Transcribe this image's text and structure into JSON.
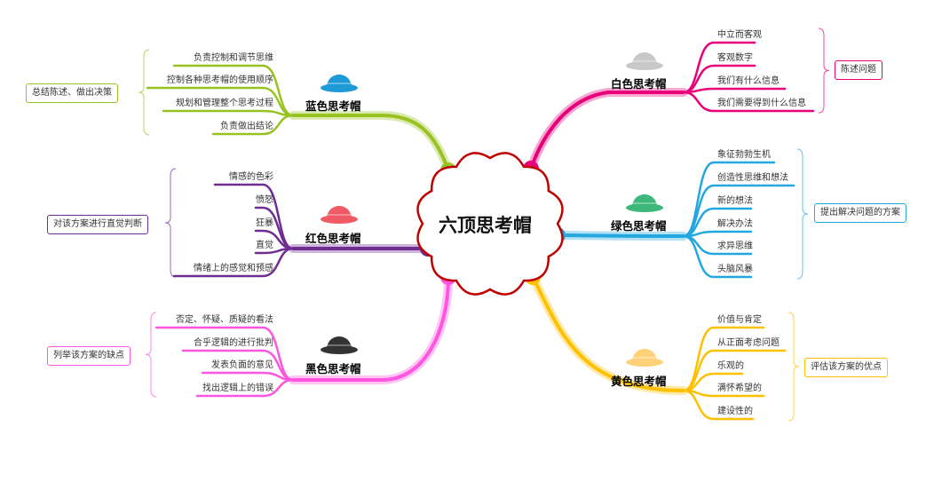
{
  "center": {
    "title": "六顶思考帽"
  },
  "colors": {
    "white": "#e8007a",
    "green": "#22a7e0",
    "yellow": "#ffc000",
    "black": "#ff55e0",
    "red": "#6f2d91",
    "blue": "#98c21f",
    "center_border": "#c00000"
  },
  "hats": {
    "white": {
      "label": "白色思考帽",
      "hat_color": "#c8c8c8",
      "summary": "陈述问题",
      "items": [
        "中立而客观",
        "客观数字",
        "我们有什么信息",
        "我们需要得到什么信息"
      ]
    },
    "green": {
      "label": "绿色思考帽",
      "hat_color": "#3db87a",
      "summary": "提出解决问题的方案",
      "items": [
        "象征勃勃生机",
        "创造性思维和想法",
        "新的想法",
        "解决办法",
        "求异思维",
        "头脑风暴"
      ]
    },
    "yellow": {
      "label": "黄色思考帽",
      "hat_color": "#ffd27a",
      "summary": "评估该方案的优点",
      "items": [
        "价值与肯定",
        "从正面考虑问题",
        "乐观的",
        "满怀希望的",
        "建设性的"
      ]
    },
    "blue": {
      "label": "蓝色思考帽",
      "hat_color": "#1e9ad6",
      "summary": "总结陈述、做出决策",
      "items": [
        "负责控制和调节思维",
        "控制各种思考帽的使用顺序",
        "规划和管理整个思考过程",
        "负责做出结论"
      ]
    },
    "red": {
      "label": "红色思考帽",
      "hat_color": "#f05a64",
      "summary": "对该方案进行直觉判断",
      "items": [
        "情感的色彩",
        "愤怒",
        "狂暴",
        "直觉",
        "情绪上的感觉和预感"
      ]
    },
    "black": {
      "label": "黑色思考帽",
      "hat_color": "#333333",
      "summary": "列举该方案的缺点",
      "items": [
        "否定、怀疑、质疑的看法",
        "合乎逻辑的进行批判",
        "发表负面的意见",
        "找出逻辑上的错误"
      ]
    }
  }
}
